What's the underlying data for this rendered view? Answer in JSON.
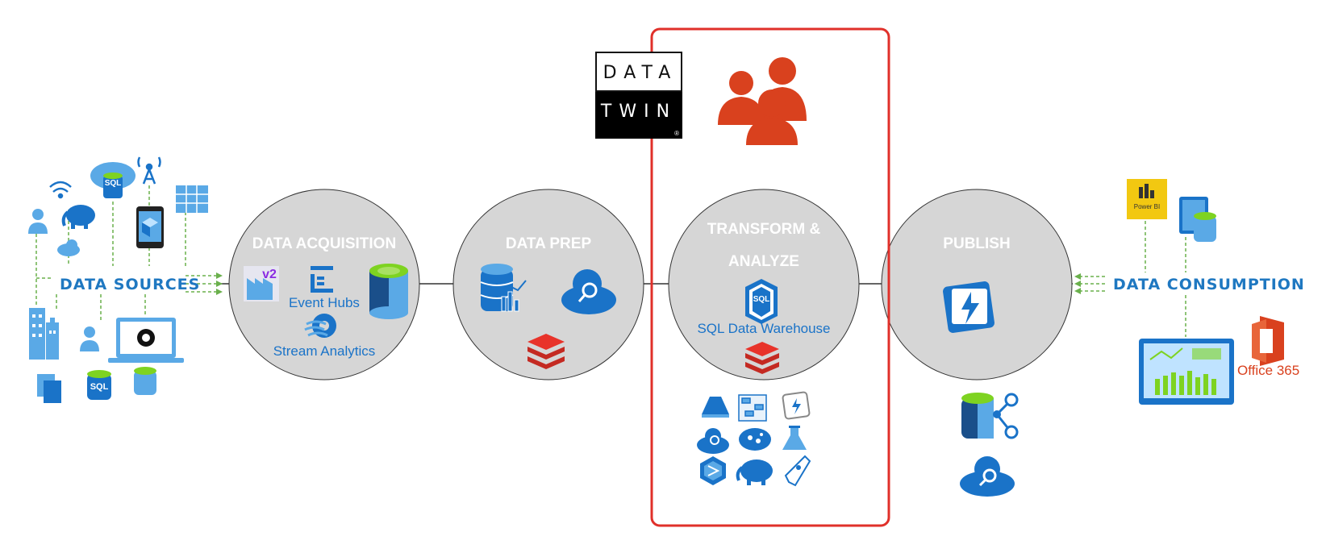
{
  "stages": [
    {
      "label_lines": [
        "DATA ACQUISITION"
      ]
    },
    {
      "label_lines": [
        "DATA PREP"
      ]
    },
    {
      "label_lines": [
        "TRANSFORM &",
        "ANALYZE"
      ]
    },
    {
      "label_lines": [
        "PUBLISH"
      ]
    }
  ],
  "acquisition": {
    "event_hubs": "Event Hubs",
    "stream_analytics": "Stream Analytics",
    "factory_badge": "v2"
  },
  "transform": {
    "sql_dw": "SQL Data Warehouse",
    "sql_icon_text": "SQL"
  },
  "sources": {
    "label": "DATA SOURCES",
    "sql_text": "SQL"
  },
  "consumption": {
    "label": "DATA CONSUMPTION",
    "office": "Office 365",
    "powerbi_text": "Power BI"
  },
  "logo": {
    "top_text": "DATA",
    "bottom_text": "TWIN",
    "mark": "®"
  },
  "colors": {
    "circle_fill": "#d6d6d6",
    "azure_blue": "#1a73c8",
    "highlight_red": "#e0302a",
    "people_orange": "#d9411e",
    "connector_green": "#6ab04c",
    "powerbi_yellow": "#f2c811"
  }
}
